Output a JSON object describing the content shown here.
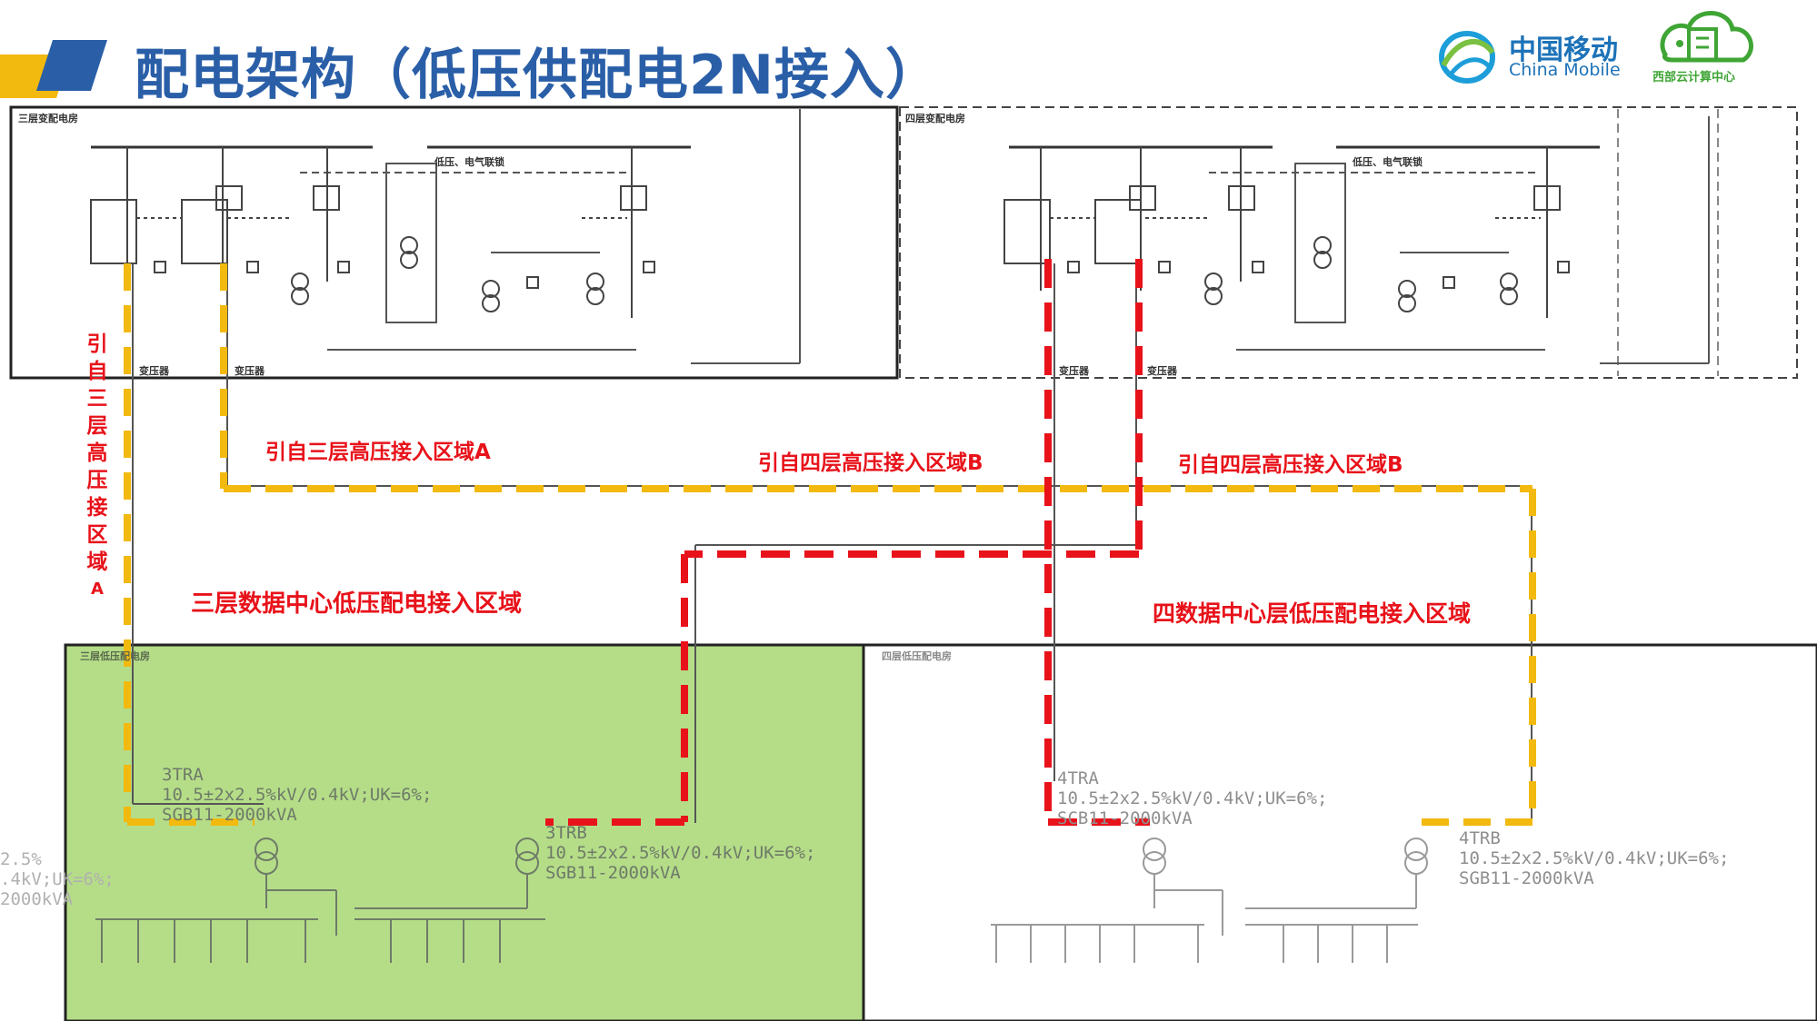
{
  "title": "配电架构（低压供配电2N接入）",
  "brand": {
    "cn": "中国移动",
    "en": "China Mobile",
    "cloud_sub": "西部云计算中心",
    "colors": {
      "blue": "#2a5fa8",
      "green": "#64b241",
      "teal": "#1aa9a0"
    }
  },
  "top_panels": {
    "left_title": "三层变配电房",
    "right_title": "四层变配电房",
    "group_label_left": "低压、电气联锁",
    "group_label_right": "低压、电气联锁",
    "transformer_labels": [
      "变压器",
      "变压器",
      "变压器",
      "变压器"
    ]
  },
  "annotations": {
    "vertical_left": [
      "引",
      "自",
      "三",
      "层",
      "高",
      "压",
      "接",
      "区",
      "域",
      "A"
    ],
    "feed_3A": "引自三层高压接入区域A",
    "feed_4B_mid": "引自四层高压接入区域B",
    "feed_4B_right": "引自四层高压接入区域B",
    "zone_3": "三层数据中心低压配电接入区域",
    "zone_4": "四数据中心层低压配电接入区域"
  },
  "bottom_panels": {
    "left_title": "三层低压配电房",
    "right_title": "四层低压配电房",
    "t3a": "3TRA\n10.5±2x2.5%kV/0.4kV;UK=6%;\nSGB11-2000kVA",
    "t3b": "3TRB\n10.5±2x2.5%kV/0.4kV;UK=6%;\nSGB11-2000kVA",
    "t4a": "4TRA\n10.5±2x2.5%kV/0.4kV;UK=6%;\nSCB11-2000kVA",
    "t4b": "4TRB\n10.5±2x2.5%kV/0.4kV;UK=6%;\nSGB11-2000kVA",
    "edge_clip": "2.5%\n.4kV;UK=6%;\n2000kVA"
  },
  "colors": {
    "yellow": "#f2b90f",
    "red": "#e8121a",
    "green_fill": "#b5dd88",
    "line_gray": "#555555"
  }
}
